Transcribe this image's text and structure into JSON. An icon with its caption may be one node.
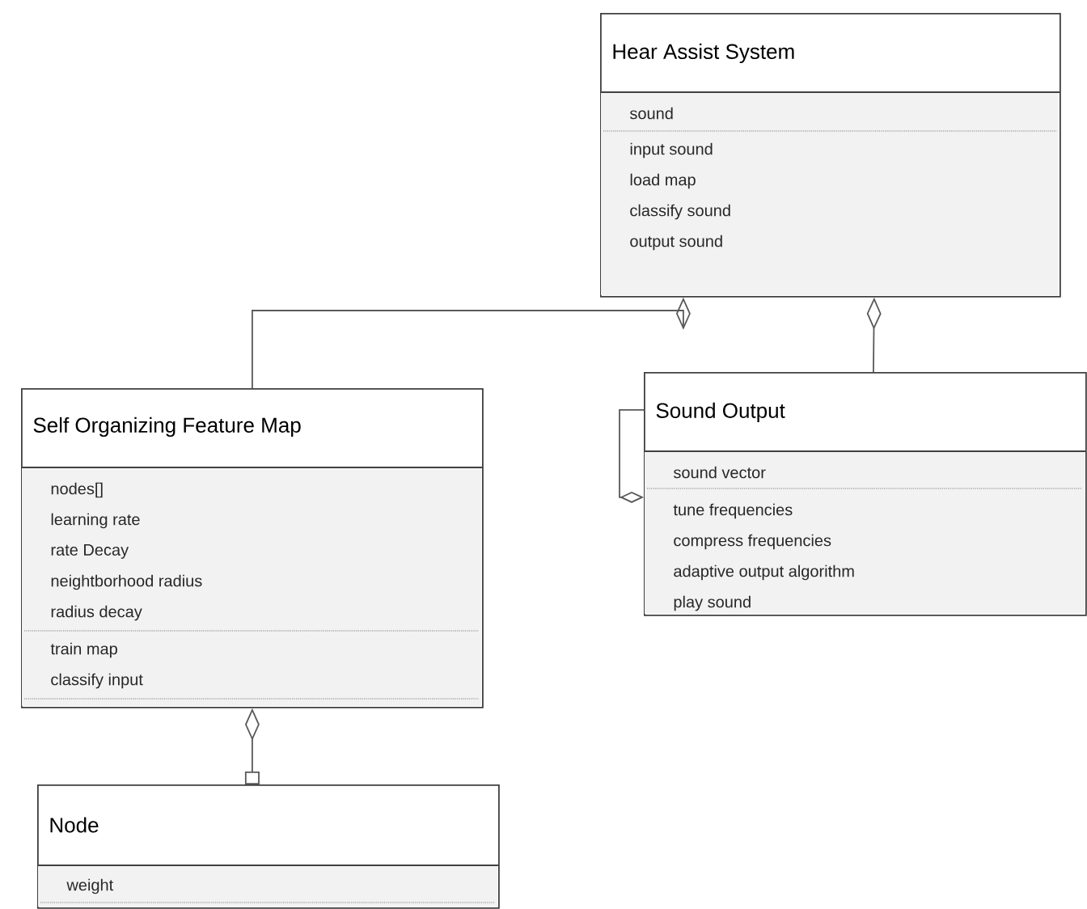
{
  "diagram": {
    "nodes": [
      {
        "text": [
          "Hear Assist System",
          "sound",
          "input sound",
          "load map",
          "classify sound",
          "output sound"
        ]
      },
      {
        "text": [
          "Self Organizing Feature Map",
          "nodes[]",
          "learning rate",
          "rate Decay",
          "neightborhood radius",
          "radius decay",
          "train map",
          "classify input"
        ]
      },
      {
        "text": [
          "Sound Output",
          "sound vector",
          "tune frequencies",
          "compress frequencies",
          "adaptive output algorithm",
          "play sound"
        ]
      },
      {
        "text": [
          "Node",
          "weight"
        ]
      }
    ],
    "edges": [
      {
        "from": 1,
        "to": 0,
        "arrow": "other"
      },
      {
        "from": 2,
        "to": 0,
        "arrow": "other"
      },
      {
        "from": 2,
        "to": 2,
        "arrow": "other"
      },
      {
        "from": 3,
        "to": 1,
        "arrow": "other"
      }
    ]
  }
}
